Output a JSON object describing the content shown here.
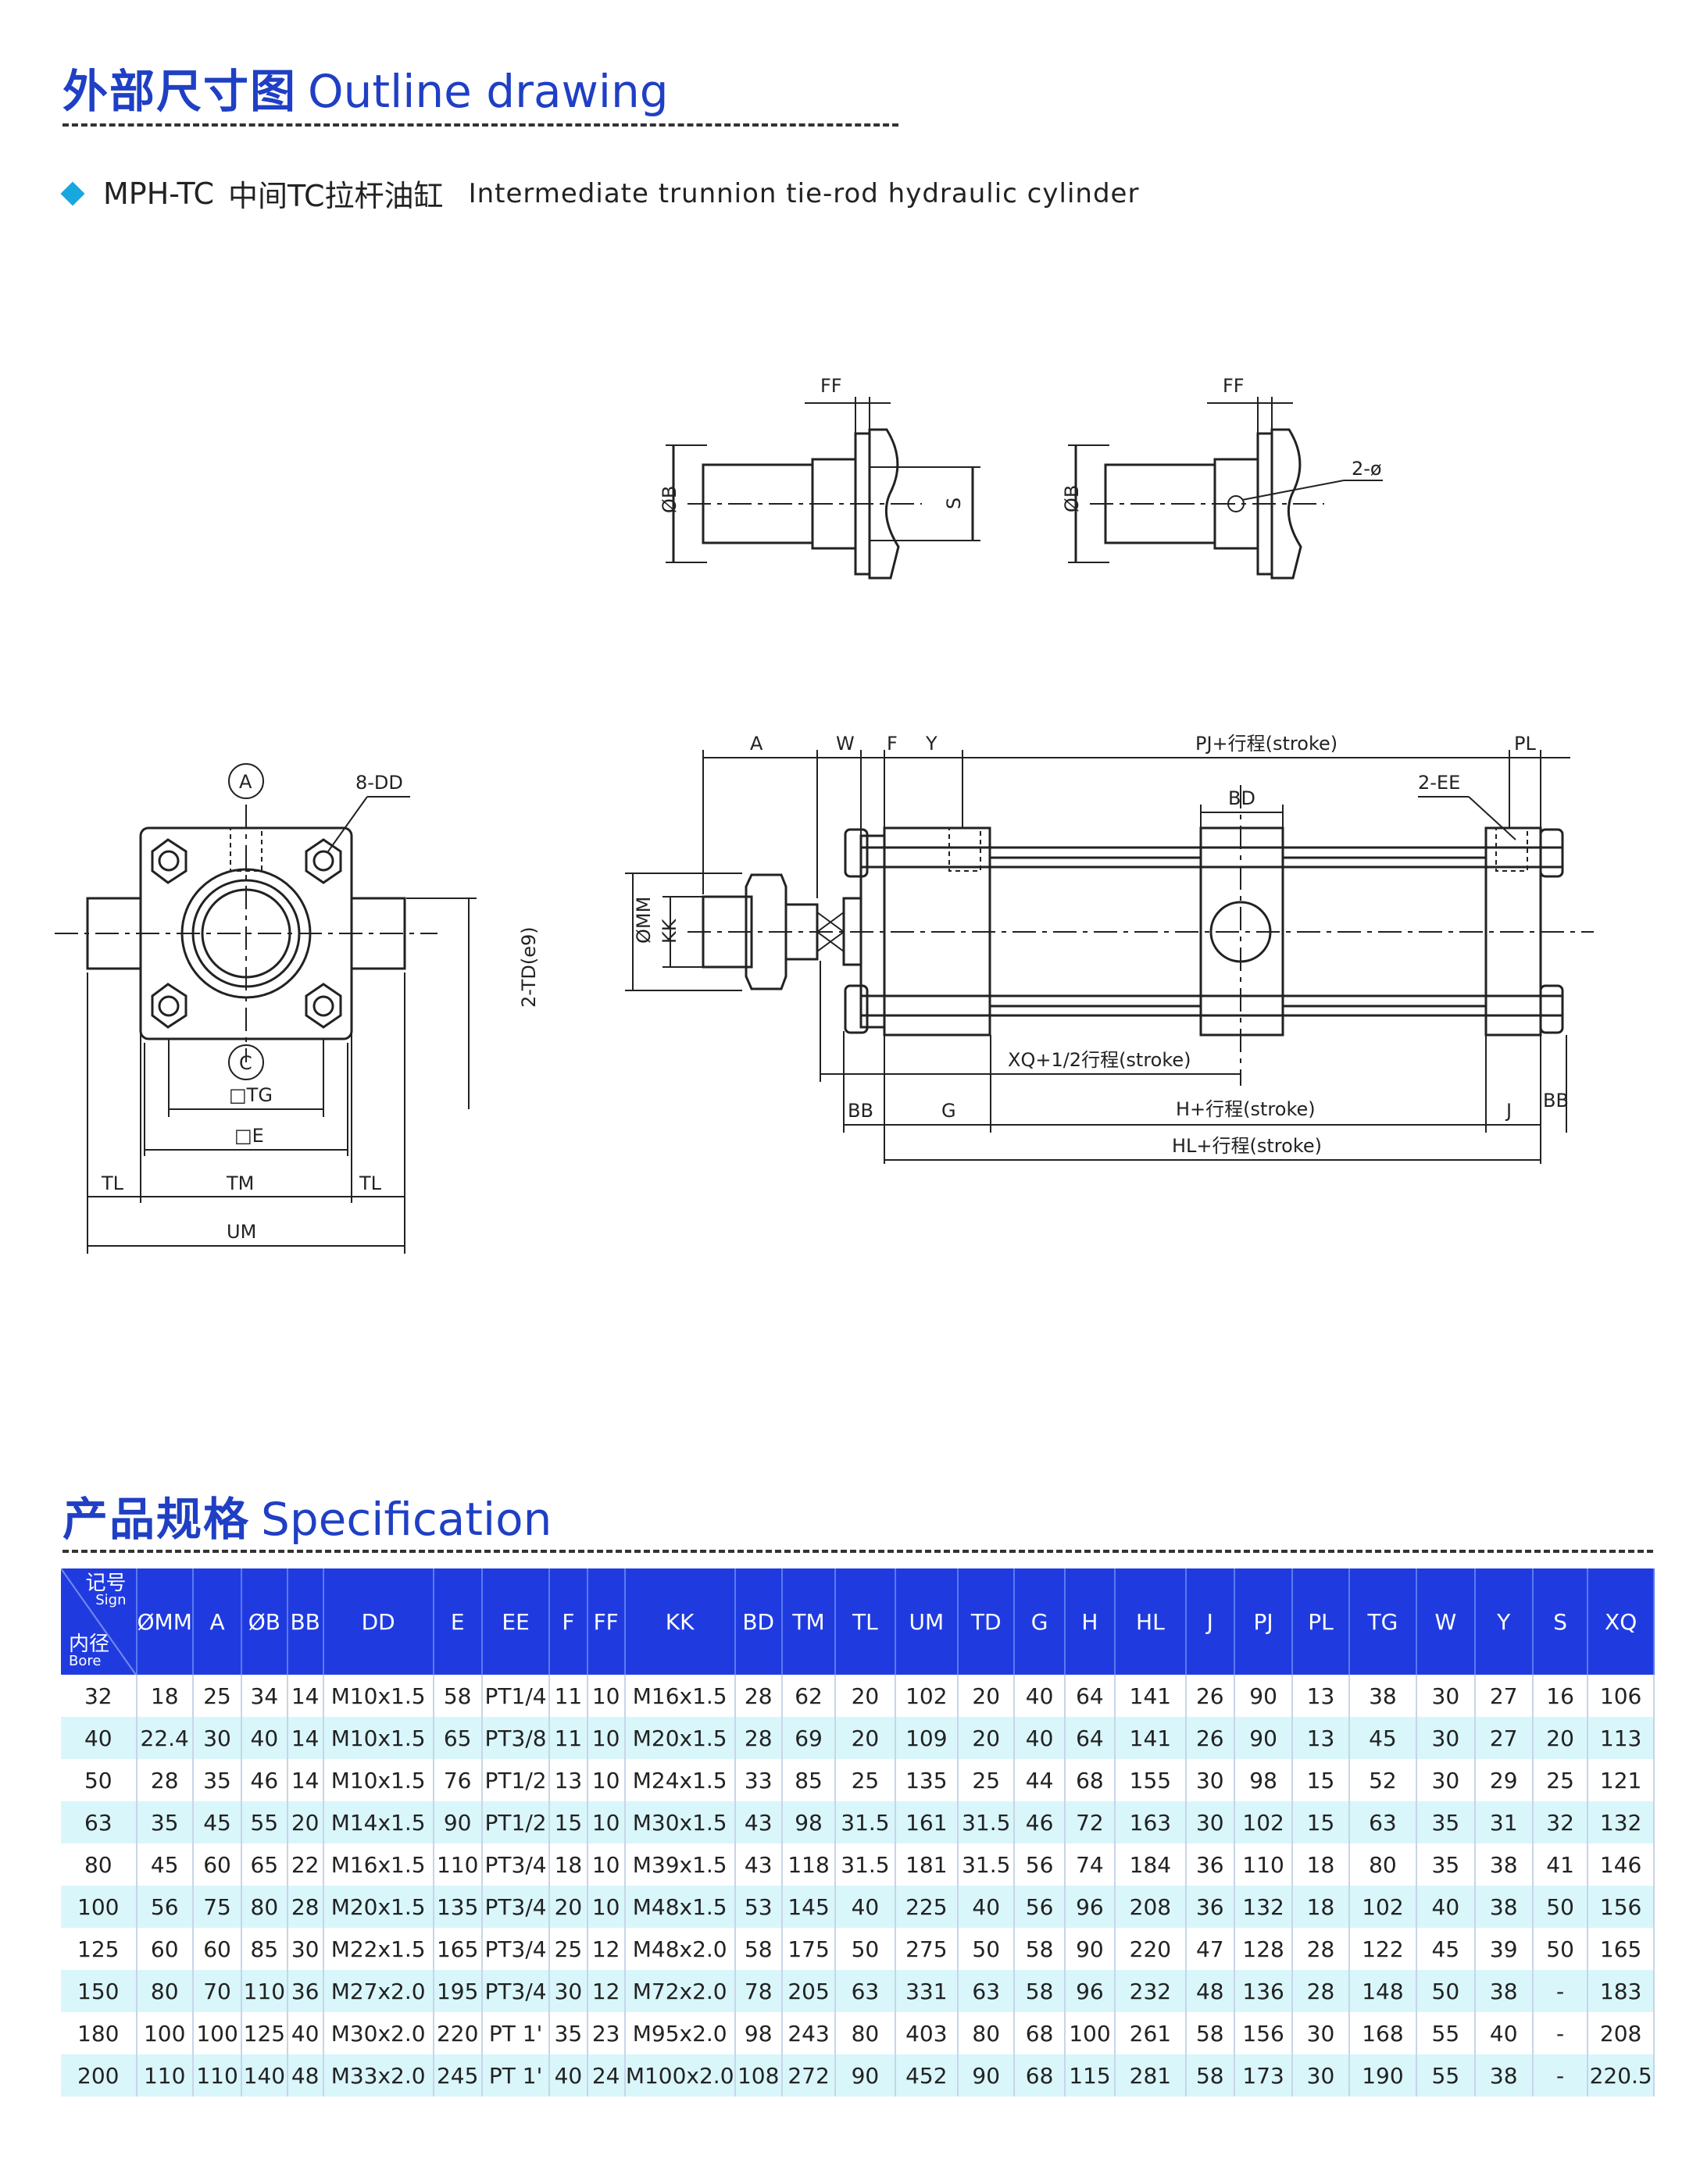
{
  "outline": {
    "title_zh": "外部尺寸图",
    "title_en": "Outline drawing",
    "model": "MPH-TC",
    "model_zh": "中间TC拉杆油缸",
    "model_en": "Intermediate trunnion tie-rod hydraulic cylinder"
  },
  "drawing_labels": {
    "ff": "FF",
    "ob": "ØB",
    "s": "S",
    "two_phi": "2-ø",
    "a_circle": "A",
    "c_circle": "C",
    "eight_dd": "8-DD",
    "tg": "□TG",
    "e": "□E",
    "tl": "TL",
    "tm": "TM",
    "um": "UM",
    "td": "2-TD(e9)",
    "a": "A",
    "w": "W",
    "f": "F",
    "y": "Y",
    "pj": "PJ+行程(stroke)",
    "pl": "PL",
    "bd": "BD",
    "two_ee": "2-EE",
    "omm": "ØMM",
    "kk": "KK",
    "xq": "XQ+1/2行程(stroke)",
    "bb": "BB",
    "g": "G",
    "h": "H+行程(stroke)",
    "j": "J",
    "hl": "HL+行程(stroke)"
  },
  "spec": {
    "title_zh": "产品规格",
    "title_en": "Specification",
    "corner": {
      "sign_zh": "记号",
      "sign_en": "Sign",
      "bore_zh": "内径",
      "bore_en": "Bore"
    },
    "columns": [
      "ØMM",
      "A",
      "ØB",
      "BB",
      "DD",
      "E",
      "EE",
      "F",
      "FF",
      "KK",
      "BD",
      "TM",
      "TL",
      "UM",
      "TD",
      "G",
      "H",
      "HL",
      "J",
      "PJ",
      "PL",
      "TG",
      "W",
      "Y",
      "S",
      "XQ"
    ],
    "rows": [
      [
        "32",
        "18",
        "25",
        "34",
        "14",
        "M10x1.5",
        "58",
        "PT1/4",
        "11",
        "10",
        "M16x1.5",
        "28",
        "62",
        "20",
        "102",
        "20",
        "40",
        "64",
        "141",
        "26",
        "90",
        "13",
        "38",
        "30",
        "27",
        "16",
        "106"
      ],
      [
        "40",
        "22.4",
        "30",
        "40",
        "14",
        "M10x1.5",
        "65",
        "PT3/8",
        "11",
        "10",
        "M20x1.5",
        "28",
        "69",
        "20",
        "109",
        "20",
        "40",
        "64",
        "141",
        "26",
        "90",
        "13",
        "45",
        "30",
        "27",
        "20",
        "113"
      ],
      [
        "50",
        "28",
        "35",
        "46",
        "14",
        "M10x1.5",
        "76",
        "PT1/2",
        "13",
        "10",
        "M24x1.5",
        "33",
        "85",
        "25",
        "135",
        "25",
        "44",
        "68",
        "155",
        "30",
        "98",
        "15",
        "52",
        "30",
        "29",
        "25",
        "121"
      ],
      [
        "63",
        "35",
        "45",
        "55",
        "20",
        "M14x1.5",
        "90",
        "PT1/2",
        "15",
        "10",
        "M30x1.5",
        "43",
        "98",
        "31.5",
        "161",
        "31.5",
        "46",
        "72",
        "163",
        "30",
        "102",
        "15",
        "63",
        "35",
        "31",
        "32",
        "132"
      ],
      [
        "80",
        "45",
        "60",
        "65",
        "22",
        "M16x1.5",
        "110",
        "PT3/4",
        "18",
        "10",
        "M39x1.5",
        "43",
        "118",
        "31.5",
        "181",
        "31.5",
        "56",
        "74",
        "184",
        "36",
        "110",
        "18",
        "80",
        "35",
        "38",
        "41",
        "146"
      ],
      [
        "100",
        "56",
        "75",
        "80",
        "28",
        "M20x1.5",
        "135",
        "PT3/4",
        "20",
        "10",
        "M48x1.5",
        "53",
        "145",
        "40",
        "225",
        "40",
        "56",
        "96",
        "208",
        "36",
        "132",
        "18",
        "102",
        "40",
        "38",
        "50",
        "156"
      ],
      [
        "125",
        "60",
        "60",
        "85",
        "30",
        "M22x1.5",
        "165",
        "PT3/4",
        "25",
        "12",
        "M48x2.0",
        "58",
        "175",
        "50",
        "275",
        "50",
        "58",
        "90",
        "220",
        "47",
        "128",
        "28",
        "122",
        "45",
        "39",
        "50",
        "165"
      ],
      [
        "150",
        "80",
        "70",
        "110",
        "36",
        "M27x2.0",
        "195",
        "PT3/4",
        "30",
        "12",
        "M72x2.0",
        "78",
        "205",
        "63",
        "331",
        "63",
        "58",
        "96",
        "232",
        "48",
        "136",
        "28",
        "148",
        "50",
        "38",
        "-",
        "183"
      ],
      [
        "180",
        "100",
        "100",
        "125",
        "40",
        "M30x2.0",
        "220",
        "PT 1'",
        "35",
        "23",
        "M95x2.0",
        "98",
        "243",
        "80",
        "403",
        "80",
        "68",
        "100",
        "261",
        "58",
        "156",
        "30",
        "168",
        "55",
        "40",
        "-",
        "208"
      ],
      [
        "200",
        "110",
        "110",
        "140",
        "48",
        "M33x2.0",
        "245",
        "PT 1'",
        "40",
        "24",
        "M100x2.0",
        "108",
        "272",
        "90",
        "452",
        "90",
        "68",
        "115",
        "281",
        "58",
        "173",
        "30",
        "190",
        "55",
        "38",
        "-",
        "220.5"
      ]
    ]
  }
}
